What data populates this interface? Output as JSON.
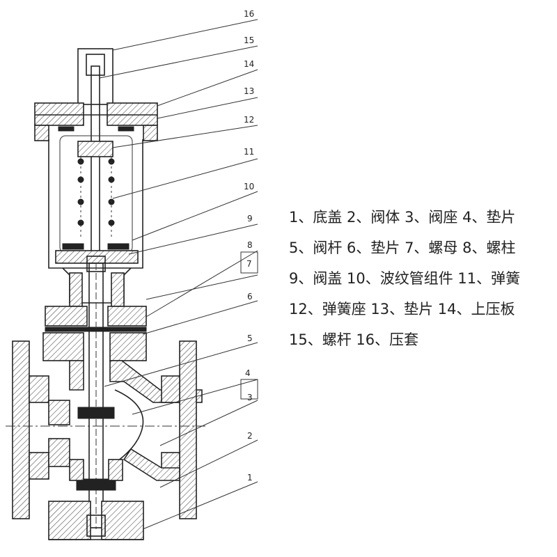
{
  "callouts": [
    {
      "number": "1"
    },
    {
      "number": "2"
    },
    {
      "number": "3"
    },
    {
      "number": "4"
    },
    {
      "number": "5"
    },
    {
      "number": "6"
    },
    {
      "number": "7"
    },
    {
      "number": "8"
    },
    {
      "number": "9"
    },
    {
      "number": "10"
    },
    {
      "number": "11"
    },
    {
      "number": "12"
    },
    {
      "number": "13"
    },
    {
      "number": "14"
    },
    {
      "number": "15"
    },
    {
      "number": "16"
    }
  ],
  "legend": {
    "rows": [
      "1、底盖  2、阀体  3、阀座  4、垫片",
      "5、阀杆  6、垫片  7、螺母  8、螺柱",
      "9、阀盖  10、波纹管组件  11、弹簧",
      "12、弹簧座  13、垫片  14、上压板",
      "15、螺杆     16、压套"
    ]
  }
}
